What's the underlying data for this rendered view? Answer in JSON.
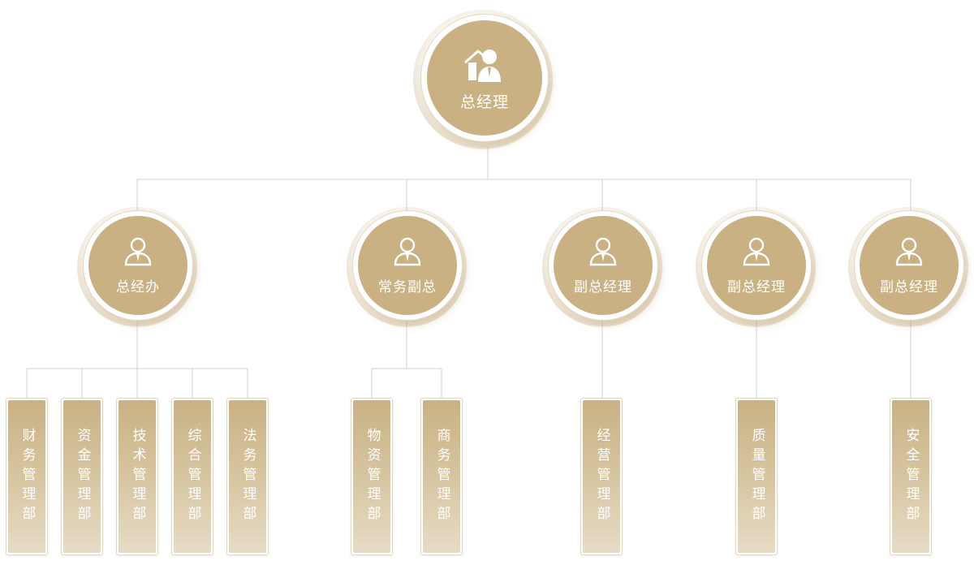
{
  "root": {
    "label": "总经理",
    "icon": "manager-building-icon"
  },
  "level2": [
    {
      "label": "总经办",
      "icon": "person-icon"
    },
    {
      "label": "常务副总",
      "icon": "person-icon"
    },
    {
      "label": "副总经理",
      "icon": "person-icon"
    },
    {
      "label": "副总经理",
      "icon": "person-icon"
    },
    {
      "label": "副总经理",
      "icon": "person-icon"
    }
  ],
  "departments": [
    {
      "label": "财务管理部",
      "parent": 0
    },
    {
      "label": "资金管理部",
      "parent": 0
    },
    {
      "label": "技术管理部",
      "parent": 0
    },
    {
      "label": "综合管理部",
      "parent": 0
    },
    {
      "label": "法务管理部",
      "parent": 0
    },
    {
      "label": "物资管理部",
      "parent": 1
    },
    {
      "label": "商务管理部",
      "parent": 1
    },
    {
      "label": "经营管理部",
      "parent": 2
    },
    {
      "label": "质量管理部",
      "parent": 3
    },
    {
      "label": "安全管理部",
      "parent": 4
    }
  ],
  "colors": {
    "node": "#c9b183",
    "line": "#d2d2d2",
    "text": "#ffffff"
  }
}
